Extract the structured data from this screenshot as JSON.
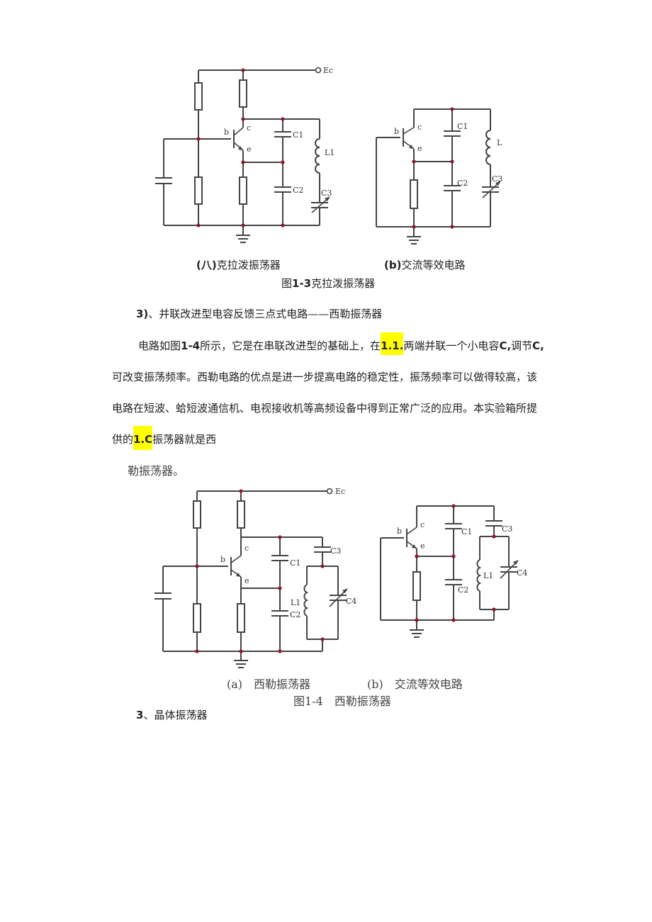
{
  "fig13": {
    "ec": "Ec",
    "b": "b",
    "c": "c",
    "e": "e",
    "C1": "C1",
    "C2": "C2",
    "C3": "C3",
    "L1": "L1",
    "L": "L",
    "caption_a_prefix": "(八)",
    "caption_a_text": "克拉泼振荡器",
    "caption_b_prefix": "(b)",
    "caption_b_text": "交流等效电路",
    "title_prefix": "图",
    "title_num": "1-3",
    "title_text": "克拉泼振荡器"
  },
  "section": {
    "num": "3)",
    "text": "、并联改进型电容反馈三点式电路——西勒振荡器"
  },
  "paragraph": {
    "p1": "电路如图",
    "p1_ref": "1-4",
    "p2": "所示，它是在串联改进型的基础上，在",
    "p2_hl": "1.1.",
    "p3": "两端并联一个小电容",
    "p3_c": "C,",
    "p4": "调节",
    "p4_c": "C,",
    "line2": "可改变振荡频率。西勒电路的优点是进一步提高电路的稳定性，振荡频率可以做得较高，该",
    "line3": "电路在短波、蛤短波通信机、电视接收机等高频设备中得到正常广泛的应用。本实验箱所提",
    "line4_a": "供的",
    "line4_hl": "1.C",
    "line4_b": "振荡器就是西",
    "line5": "勒振荡器。"
  },
  "fig14": {
    "ec": "Ec",
    "b": "b",
    "c": "c",
    "e": "e",
    "C1": "C1",
    "C2": "C2",
    "C3": "C3",
    "C4": "C4",
    "L1": "L1",
    "caption_a": "(a)　西勒振荡器",
    "caption_b": "(b)　交流等效电路",
    "title": "图1-4　西勒振荡器"
  },
  "section2": {
    "num": "3",
    "text": "、晶体振荡器"
  }
}
